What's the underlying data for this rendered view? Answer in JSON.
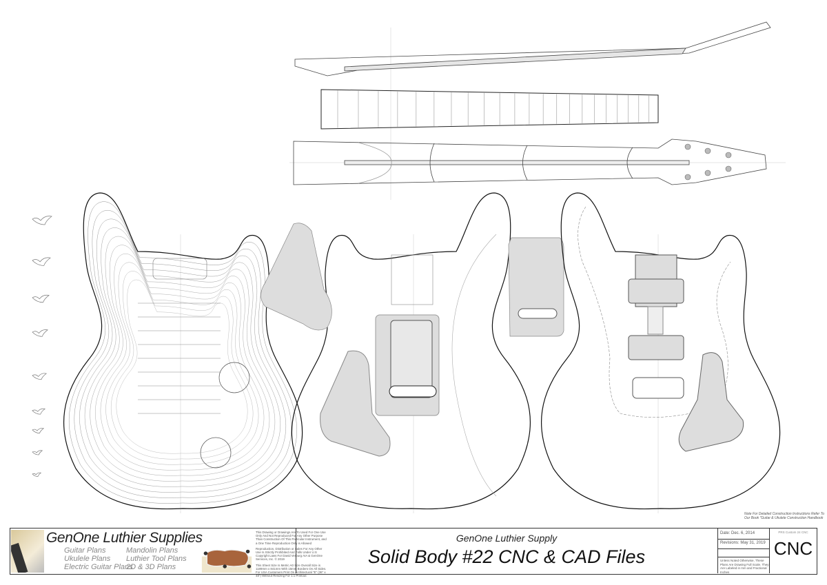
{
  "title_block": {
    "brand": "GenOne Luthier Supplies",
    "plan_types_col1": [
      "Guitar Plans",
      "Ukulele Plans",
      "Electric Guitar Plans"
    ],
    "plan_types_col2": [
      "Mandolin Plans",
      "Luthier Tool Plans",
      "2D & 3D Plans"
    ],
    "legal": [
      "This Drawing or Drawings Are To Used For One Use Only And Not Reproduced For Any Other Purpose Than Construction Of This Particular Instrument, and a One Time Reproduction Only is Allowed",
      "Reproduction, Distribution or Sales For Any Other Use Is Strictly Prohibited And Falls Under U.S Copyright Laws For David Verburg AIA & GenOne Services, Inc. © 2019",
      "This Sheet Size Is Metric A0 Size Overall Size is 1189mm x 841mm With 15mm Borders On All Sides. For USA Customers Print On Architectural \"E\" (36\" x 48\") Without Resizing For 1:1 Printout"
    ],
    "company": "GenOne Luthier Supply",
    "title": "Solid Body #22 CNC & CAD Files",
    "date": "Date: Dec. 6, 2014",
    "revisions": "Revisions: May 31, 2019",
    "scale_note": "Unless Noted Otherwise, These Plans Are Drawing Full Scale. They Are Labeled in mm and Fractional Inches",
    "model": "PRS Custom 24 CNC",
    "code": "CNC"
  },
  "note": "Note For Detailed Construction Instructions Refer To Our Book \"Guitar & Ukulele Construction Handbook",
  "colors": {
    "line": "#222222",
    "fill_gray": "#d9d9d9",
    "guide": "#cccccc"
  }
}
